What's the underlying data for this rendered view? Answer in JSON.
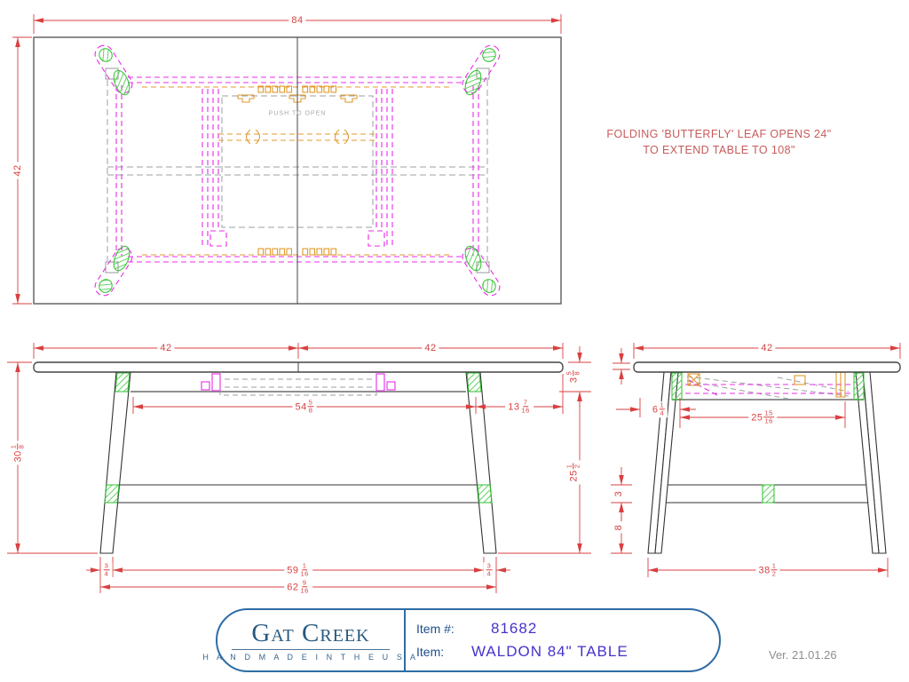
{
  "colors": {
    "dimension_red": "#d94040",
    "note_red": "#c75b5b",
    "magenta_hidden": "#e82ce8",
    "orange_hardware": "#e09a2f",
    "gray_hidden": "#9aa0a4",
    "green_hatch": "#44cc44",
    "drawing_line": "#444444",
    "brand_blue": "#27597f",
    "border_blue": "#2e6ca5",
    "item_value_purple": "#4433cc",
    "version_gray": "#8e8e8e"
  },
  "top_view": {
    "push_label": "PUSH TO OPEN",
    "dim_width": "84",
    "dim_depth": "42"
  },
  "front_view": {
    "dim_left_top": "42",
    "dim_right_top": "42",
    "height": {
      "w": "30",
      "n": "1",
      "d": "8"
    },
    "top_thickness": {
      "w": "3",
      "n": "5",
      "d": "8"
    },
    "clearance": {
      "w": "25",
      "n": "1",
      "d": "2"
    },
    "apron_span": {
      "w": "54",
      "n": "5",
      "d": "8"
    },
    "overhang": {
      "w": "13",
      "n": "7",
      "d": "16"
    },
    "foot_left": {
      "n": "3",
      "d": "4"
    },
    "foot_right": {
      "n": "3",
      "d": "4"
    },
    "feet_inner": {
      "w": "59",
      "n": "1",
      "d": "16"
    },
    "feet_outer": {
      "w": "62",
      "n": "9",
      "d": "16"
    }
  },
  "side_view": {
    "dim_top": "42",
    "leg_offset": {
      "w": "6",
      "n": "1",
      "d": "4"
    },
    "apron_span": {
      "w": "25",
      "n": "15",
      "d": "16"
    },
    "stretcher_height": "3",
    "stretcher_clearance": "8",
    "feet_span": {
      "w": "38",
      "n": "1",
      "d": "2"
    }
  },
  "note": {
    "line1": "FOLDING 'BUTTERFLY' LEAF OPENS 24\"",
    "line2": "TO EXTEND TABLE TO 108\""
  },
  "title_block": {
    "brand": "Gat Creek",
    "tagline": "H A N D M A D E   I N   T H E   U S A",
    "item_no_label": "Item #:",
    "item_no": "81682",
    "item_label": "Item:",
    "item_name": "WALDON 84\" TABLE"
  },
  "version": "Ver. 21.01.26"
}
